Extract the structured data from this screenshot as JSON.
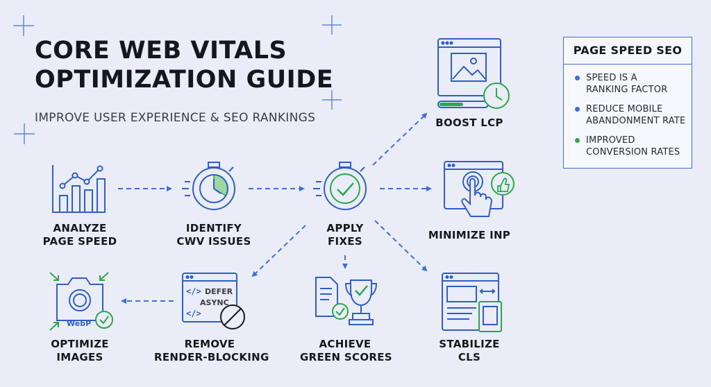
{
  "title_line1": "CORE WEB VITALS",
  "title_line2": "OPTIMIZATION GUIDE",
  "subtitle": "IMPROVE USER EXPERIENCE & SEO RANKINGS",
  "steps": {
    "analyze": [
      "ANALYZE",
      "PAGE SPEED"
    ],
    "identify": [
      "IDENTIFY",
      "CWV ISSUES"
    ],
    "apply": [
      "APPLY",
      "FIXES"
    ],
    "lcp": [
      "BOOST LCP"
    ],
    "inp": [
      "MINIMIZE INP"
    ],
    "cls": [
      "STABILIZE",
      "CLS"
    ],
    "achieve": [
      "ACHIEVE",
      "GREEN SCORES"
    ],
    "remove": [
      "REMOVE",
      "RENDER-BLOCKING"
    ],
    "images": [
      "OPTIMIZE",
      "IMAGES"
    ]
  },
  "icon_text": {
    "defer": "DEFER",
    "async": "ASYNC",
    "code1": "</>",
    "code2": "</>",
    "webp": "WebP"
  },
  "side_box": {
    "title": "PAGE SPEED SEO",
    "items": [
      {
        "text_line1": "SPEED IS A",
        "text_line2": "RANKING FACTOR",
        "color": "#3d6fd6"
      },
      {
        "text_line1": "REDUCE MOBILE",
        "text_line2": "ABANDONMENT RATE",
        "color": "#3d6fd6"
      },
      {
        "text_line1": "IMPROVED",
        "text_line2": "CONVERSION RATES",
        "color": "#2aa84a"
      }
    ]
  },
  "colors": {
    "blue": "#2f5fc4",
    "green": "#2aa84a",
    "dark": "#16181d"
  }
}
